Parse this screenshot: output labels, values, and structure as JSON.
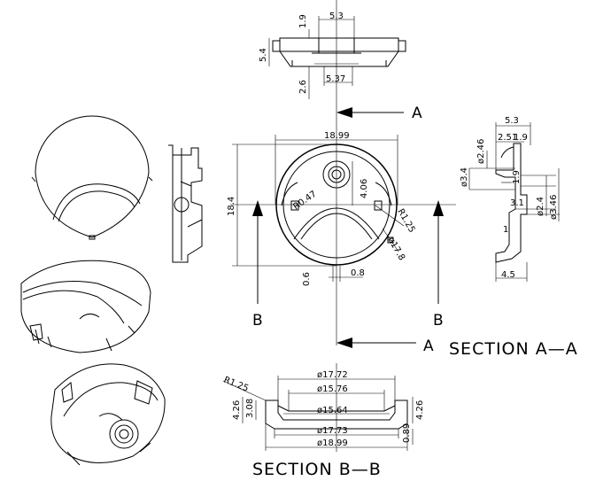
{
  "top_view": {
    "dims": {
      "w_top": "5.3",
      "h_top": "1.9",
      "h_left": "5.4",
      "w_bottom": "5.37",
      "h_bottom": "2.6"
    }
  },
  "front_view": {
    "dims": {
      "width": "18.99",
      "height": "18.4",
      "r_small": "R0.47",
      "w_inner": "4.06",
      "r_large": "R1.25",
      "dia": "ø17.8",
      "b1": "0.6",
      "b2": "0.8"
    }
  },
  "labels": {
    "a_top": "A",
    "a_bottom": "A",
    "b_left": "B",
    "b_right": "B"
  },
  "section_aa": {
    "title": "SECTION  A—A",
    "dims": {
      "w": "5.3",
      "w2": "2.51",
      "w3": "1.9",
      "d1": "ø2.46",
      "d2": "ø3.4",
      "d3": "ø2.4",
      "d4": "ø3.46",
      "v1": "1.9",
      "v2": "3.1",
      "v3": "1",
      "bottom": "4.5"
    }
  },
  "section_bb": {
    "title": "SECTION  B—B",
    "dims": {
      "r": "R1.25",
      "d1": "ø17.72",
      "d2": "ø15.76",
      "d3": "ø15.64",
      "d4": "ø17.73",
      "d5": "ø18.99",
      "h1": "4.26",
      "h2": "3.08",
      "h3": "4.26",
      "h4": "0.89"
    }
  }
}
